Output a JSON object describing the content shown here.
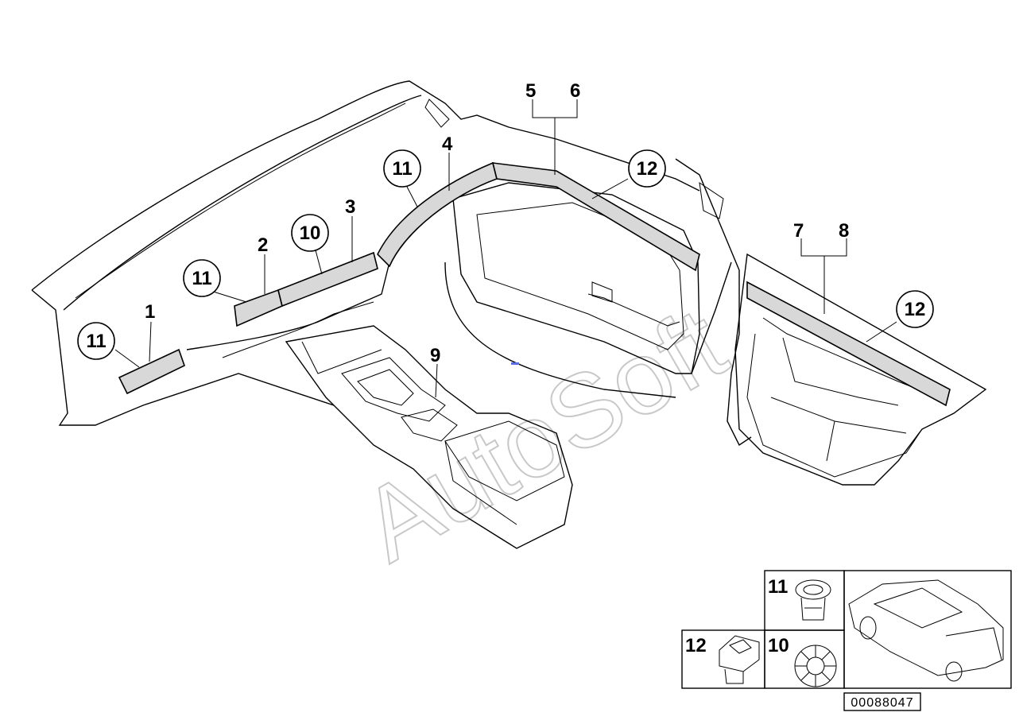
{
  "callouts": {
    "c1": "1",
    "c2": "2",
    "c3": "3",
    "c4": "4",
    "c5": "5",
    "c6": "6",
    "c7": "7",
    "c8": "8",
    "c9": "9",
    "c10": "10",
    "c11a": "11",
    "c11b": "11",
    "c11c": "11",
    "c12a": "12",
    "c12b": "12"
  },
  "inset": {
    "clip11": "11",
    "clip12": "12",
    "clip10": "10"
  },
  "watermark": "AutoSoft",
  "part_number": "00088047"
}
